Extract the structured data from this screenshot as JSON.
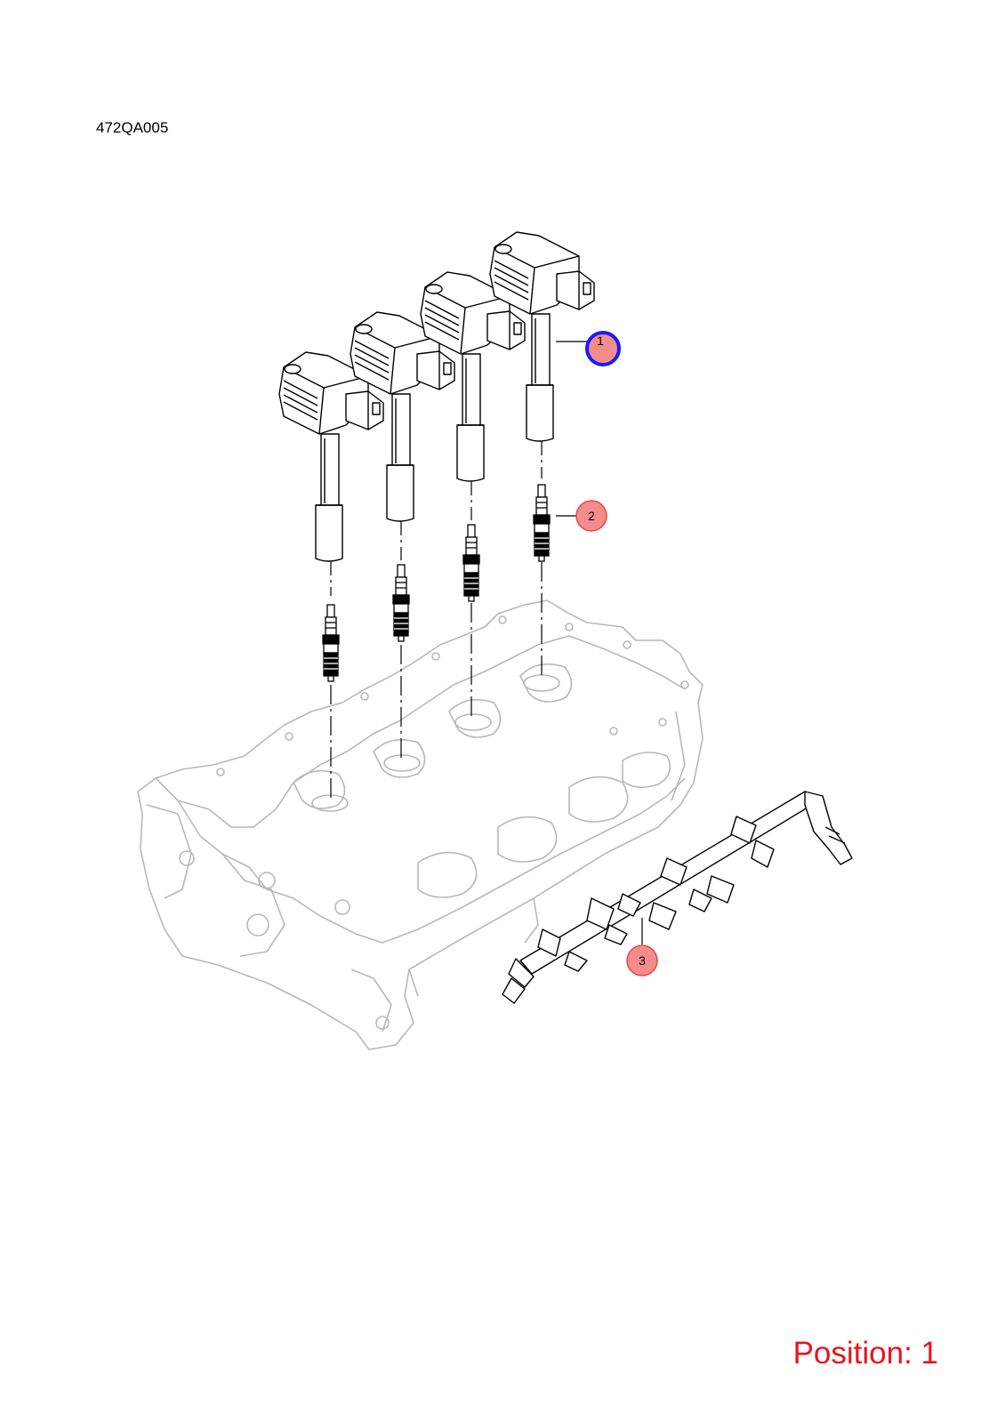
{
  "diagram": {
    "code": "472QA005",
    "callouts": [
      {
        "label": "1",
        "selected": true
      },
      {
        "label": "2",
        "selected": false
      },
      {
        "label": "3",
        "selected": false
      }
    ]
  },
  "status": {
    "position_label": "Position: 1"
  },
  "colors": {
    "callout_fill": "#f48c8c",
    "callout_stroke": "#e24a4a",
    "selected_stroke": "#1a1aff",
    "position_text": "#e8141c",
    "engine_line": "#b8b8b8"
  }
}
